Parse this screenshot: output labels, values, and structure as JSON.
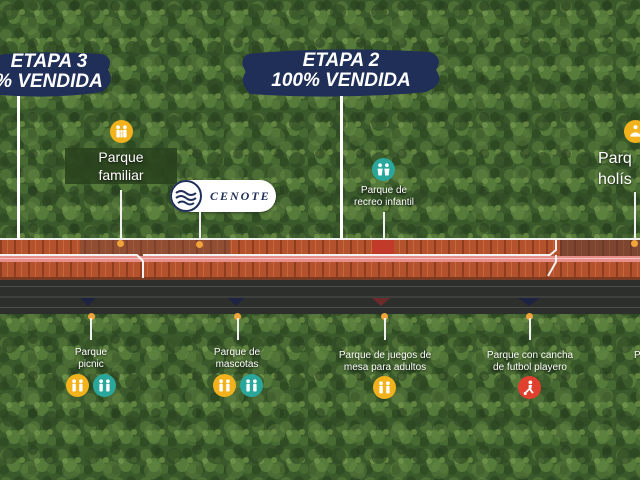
{
  "colors": {
    "navy": "#1f2f57",
    "amber": "#f2b21c",
    "teal": "#2aa79b",
    "red": "#e2402f",
    "road_brick": "#b3522c",
    "road_pink": "#e88e8a",
    "road_dark": "#2d2f2d"
  },
  "stages": {
    "stage3": {
      "line1": "ETAPA 3",
      "line2": "% VENDIDA"
    },
    "stage2": {
      "line1": "ETAPA 2",
      "line2": "100% VENDIDA"
    }
  },
  "cenote": {
    "label": "CENOTE"
  },
  "parks_top": {
    "familiar": {
      "line1": "Parque",
      "line2": "familiar",
      "icon": "family-icon"
    },
    "infantil": {
      "line1": "Parque de",
      "line2": "recreo infantil",
      "icon": "children-icon"
    },
    "holistico": {
      "line1": "Parq",
      "line2": "holís",
      "icon": "meditation-icon"
    }
  },
  "parks_bottom": {
    "picnic": {
      "line1": "Parque",
      "line2": "picnic",
      "icons": [
        "family-icon",
        "family-icon"
      ]
    },
    "mascotas": {
      "line1": "Parque de",
      "line2": "mascotas",
      "icons": [
        "family-icon",
        "family-icon"
      ]
    },
    "juegos": {
      "line1": "Parque de juegos de",
      "line2": "mesa para adultos",
      "icon": "family-icon"
    },
    "futbol": {
      "line1": "Parque con cancha",
      "line2": "de futbol playero",
      "icon": "soccer-icon"
    },
    "edge": {
      "line1": "P"
    }
  }
}
